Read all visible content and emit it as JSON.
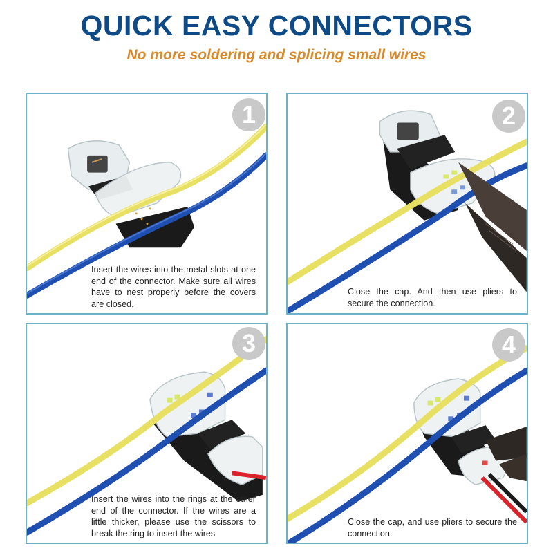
{
  "header": {
    "title": "QUICK EASY CONNECTORS",
    "subtitle": "No more soldering and splicing small wires"
  },
  "colors": {
    "title": "#0e4a86",
    "subtitle": "#d8892a",
    "panel_border": "#6bb3c6",
    "badge": "#c9c9c9",
    "wire_yellow": "#e8e063",
    "wire_blue": "#1f4fb0",
    "wire_red": "#d8242a"
  },
  "steps": [
    {
      "number": "1",
      "text": "Insert the wires into the metal slots at one end of the connector. Make sure all wires have to nest properly before the covers are closed."
    },
    {
      "number": "2",
      "text": "Close the cap. And then use pliers to secure the connection."
    },
    {
      "number": "3",
      "text": "Insert the wires into the rings at the other end of the connector. If the wires are a little thicker, please use the scissors to break the ring to insert the wires"
    },
    {
      "number": "4",
      "text": "Close the cap, and use pliers to secure the connection."
    }
  ]
}
